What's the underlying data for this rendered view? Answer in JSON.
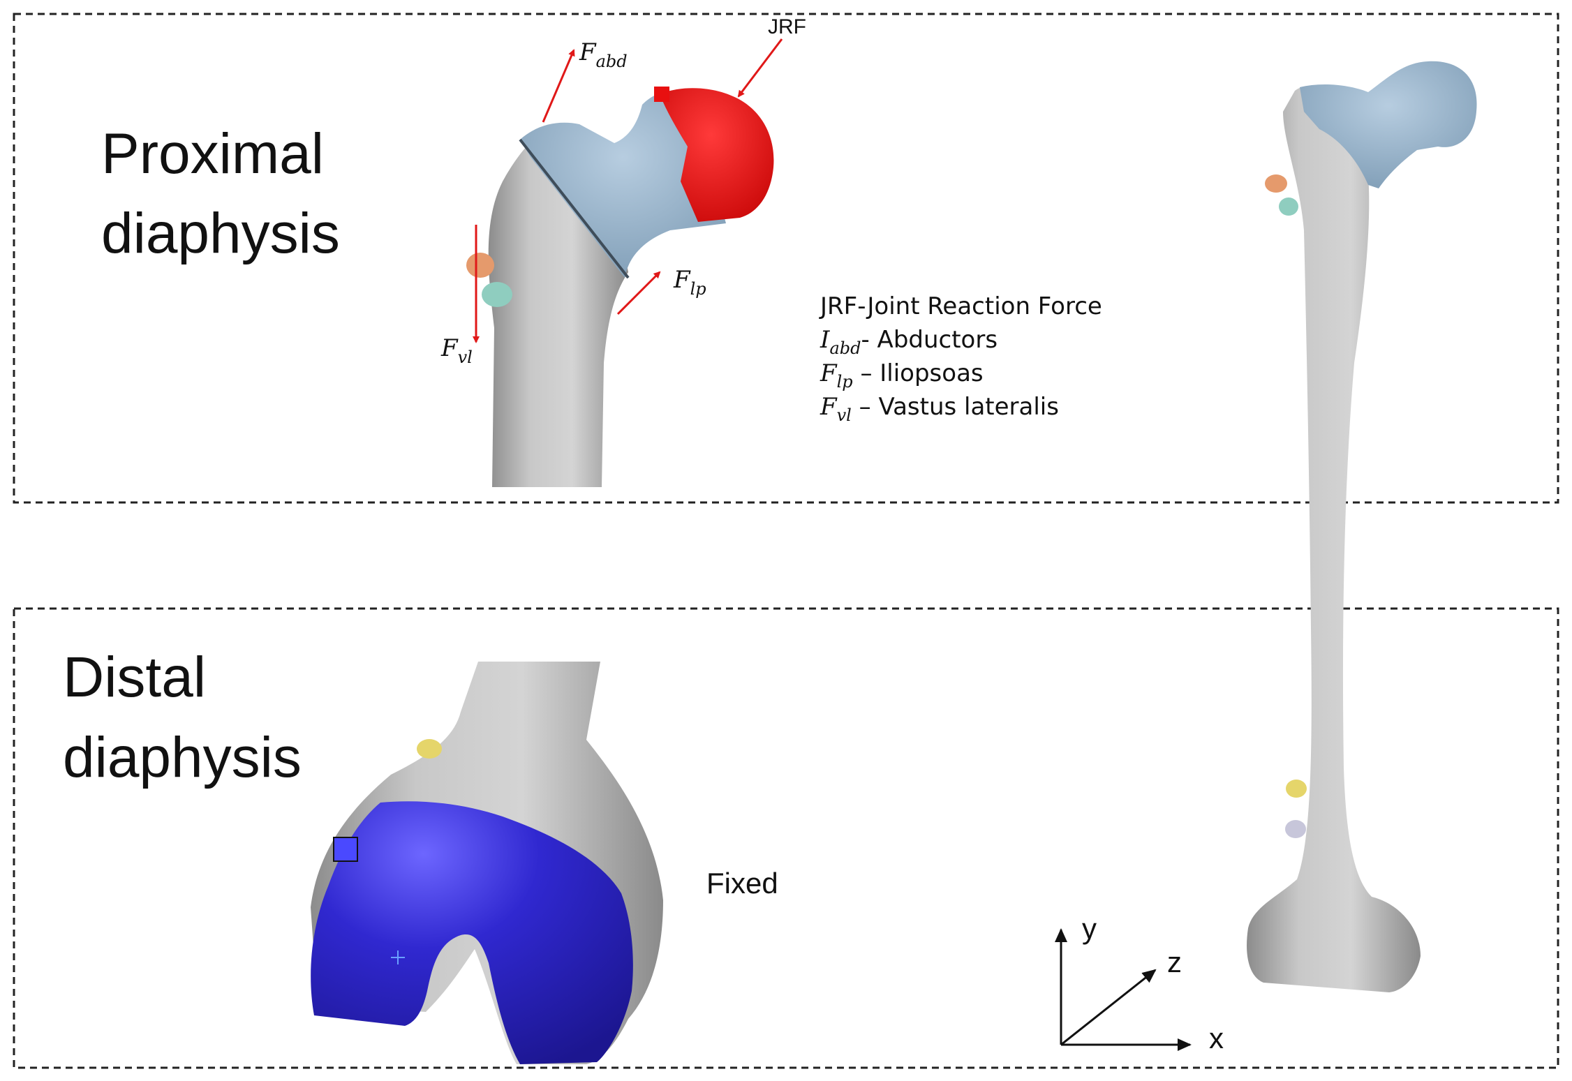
{
  "regions": {
    "proximal": {
      "title_line1": "Proximal",
      "title_line2": "diaphysis"
    },
    "distal": {
      "title_line1": "Distal",
      "title_line2": "diaphysis"
    }
  },
  "forces": {
    "jrf": "JRF",
    "abd": {
      "symbol": "F",
      "subscript": "abd"
    },
    "lp": {
      "symbol": "F",
      "subscript": "lp"
    },
    "vl": {
      "symbol": "F",
      "subscript": "vl"
    }
  },
  "legend": {
    "jrf": "JRF-Joint Reaction Force",
    "abd": {
      "symbol": "I",
      "subscript": "abd",
      "text": "- Abductors"
    },
    "lp": {
      "symbol": "F",
      "subscript": "lp",
      "text": " – Iliopsoas"
    },
    "vl": {
      "symbol": "F",
      "subscript": "vl",
      "text": " – Vastus lateralis"
    }
  },
  "fixed_label": "Fixed",
  "axes": {
    "x": "x",
    "y": "y",
    "z": "z"
  },
  "colors": {
    "bone": "#bdbdbd",
    "femoral_head_load": "#e81010",
    "greater_trochanter_region": "#9fb8cc",
    "distal_fixed_region": "#2d26c4",
    "force_arrow": "#e01818",
    "border": "#222222",
    "implant_orange": "#e59a6c",
    "implant_teal": "#8fcdbf",
    "implant_yellow": "#e5d56a",
    "implant_lavender": "#c7c6da"
  }
}
